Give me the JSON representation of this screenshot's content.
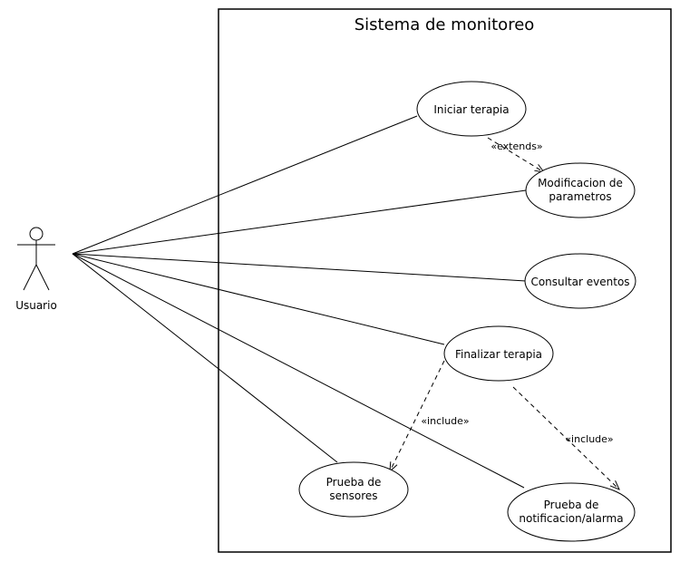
{
  "system": {
    "title": "Sistema de monitoreo"
  },
  "actor": {
    "label": "Usuario"
  },
  "use_cases": {
    "iniciar": {
      "lines": [
        "Iniciar terapia"
      ]
    },
    "modificacion": {
      "lines": [
        "Modificacion de",
        "parametros"
      ]
    },
    "consultar": {
      "lines": [
        "Consultar eventos"
      ]
    },
    "finalizar": {
      "lines": [
        "Finalizar terapia"
      ]
    },
    "sensores": {
      "lines": [
        "Prueba de",
        "sensores"
      ]
    },
    "notificacion": {
      "lines": [
        "Prueba de",
        "notificacion/alarma"
      ]
    }
  },
  "relations": {
    "extends": "«extends»",
    "include_sensores": "«include»",
    "include_notificacion": "«include»"
  }
}
